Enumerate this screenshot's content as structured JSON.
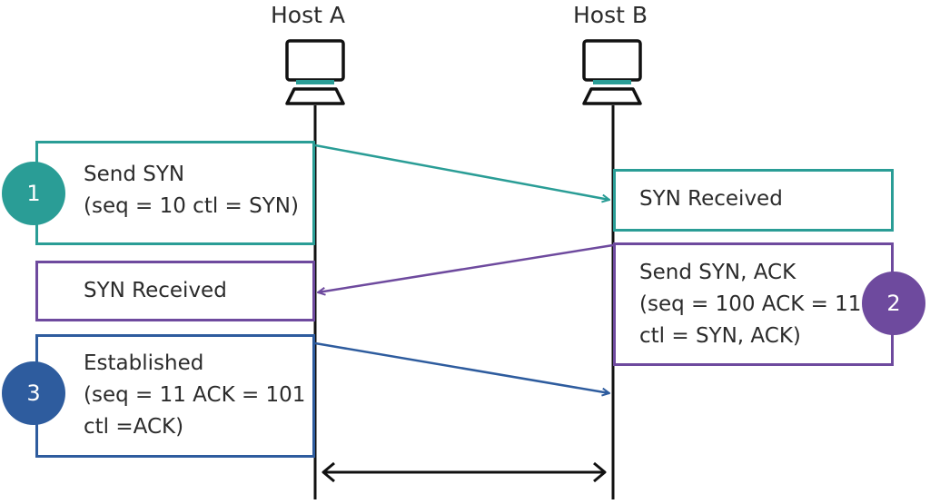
{
  "hosts": {
    "a": {
      "label": "Host A",
      "icon": "computer-icon"
    },
    "b": {
      "label": "Host B",
      "icon": "computer-icon"
    }
  },
  "colors": {
    "step1": "#2a9d96",
    "step2": "#6e4a9e",
    "step3": "#2e5c9e",
    "line": "#111111",
    "text": "#2b2b2b"
  },
  "steps": [
    {
      "number": "1",
      "color": "#2a9d96"
    },
    {
      "number": "2",
      "color": "#6e4a9e"
    },
    {
      "number": "3",
      "color": "#2e5c9e"
    }
  ],
  "boxes": {
    "a_send_syn": {
      "lines": [
        "Send SYN",
        "(seq = 10 ctl = SYN)"
      ]
    },
    "b_syn_received": {
      "lines": [
        "SYN Received"
      ]
    },
    "b_send_synack": {
      "lines": [
        "Send SYN, ACK",
        "(seq = 100 ACK = 11",
        "ctl = SYN, ACK)"
      ]
    },
    "a_syn_received": {
      "lines": [
        "SYN Received"
      ]
    },
    "a_established": {
      "lines": [
        "Established",
        "(seq = 11 ACK = 101",
        "ctl =ACK)"
      ]
    }
  },
  "messages": [
    {
      "from": "Host A",
      "to": "Host B",
      "color": "#2a9d96"
    },
    {
      "from": "Host B",
      "to": "Host A",
      "color": "#6e4a9e"
    },
    {
      "from": "Host A",
      "to": "Host B",
      "color": "#2e5c9e"
    }
  ]
}
